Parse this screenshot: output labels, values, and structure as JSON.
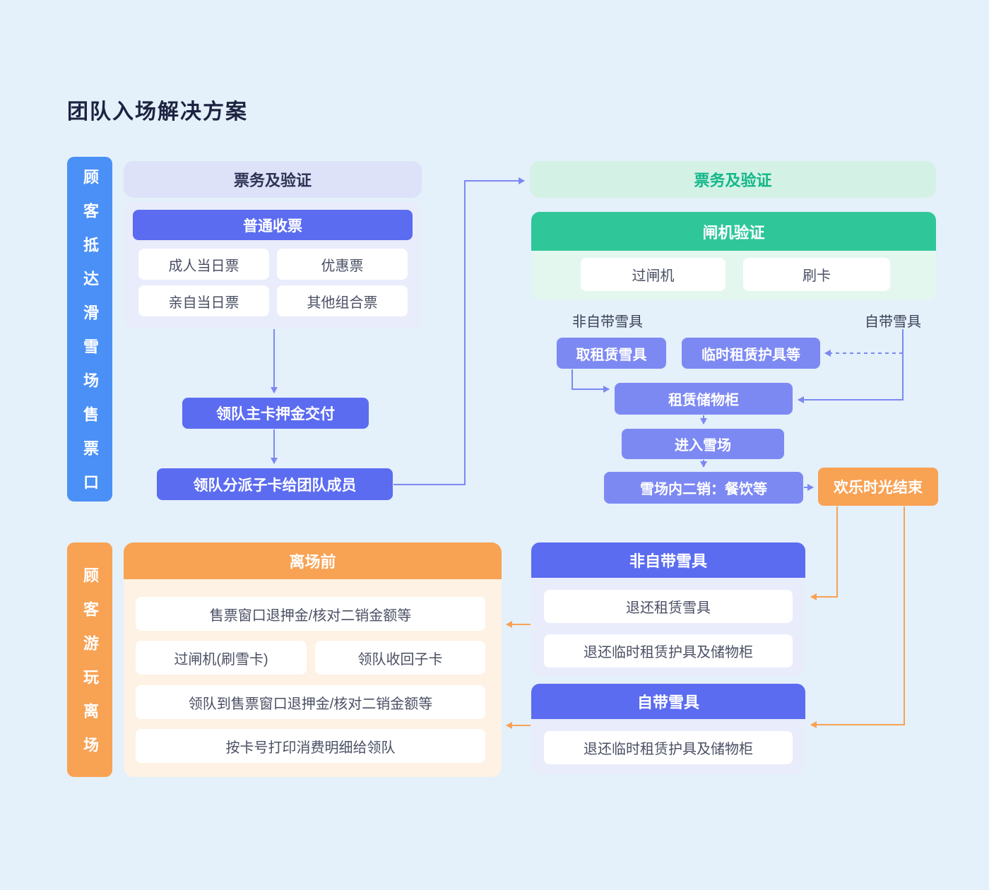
{
  "page": {
    "title": "团队入场解决方案"
  },
  "colors": {
    "background": "#e4f0fa",
    "blue_sidebar": "#4a90f6",
    "orange": "#f8a254",
    "indigo": "#5b6cf0",
    "purple": "#7d89f3",
    "green": "#2fc79a",
    "mint_pill": "#d3f2e5",
    "lavender": "#e9ecfb"
  },
  "sidebars": {
    "arrival": {
      "label": "顾客抵达滑雪场售票口"
    },
    "leave": {
      "label": "顾客游玩离场"
    }
  },
  "ticketing_left": {
    "header": "票务及验证",
    "subheader": "普通收票",
    "cells": [
      "成人当日票",
      "优惠票",
      "亲自当日票",
      "其他组合票"
    ]
  },
  "flow_left": {
    "deposit": "领队主卡押金交付",
    "distribute": "领队分派子卡给团队成员"
  },
  "ticketing_right": {
    "header": "票务及验证",
    "gate_header": "闸机验证",
    "gate_cells": [
      "过闸机",
      "刷卡"
    ]
  },
  "flow_right": {
    "label_no_own": "非自带雪具",
    "label_own": "自带雪具",
    "rent_gear": "取租赁雪具",
    "temp_rent": "临时租赁护具等",
    "locker": "租赁储物柜",
    "enter": "进入雪场",
    "second_sale": "雪场内二销：餐饮等",
    "end": "欢乐时光结束"
  },
  "leave_panel": {
    "header": "离场前",
    "cells": [
      "售票窗口退押金/核对二销金额等",
      "过闸机(刷雪卡)",
      "领队收回子卡",
      "领队到售票窗口退押金/核对二销金额等",
      "按卡号打印消费明细给领队"
    ]
  },
  "no_own_panel": {
    "header": "非自带雪具",
    "cells": [
      "退还租赁雪具",
      "退还临时租赁护具及储物柜"
    ]
  },
  "own_panel": {
    "header": "自带雪具",
    "cells": [
      "退还临时租赁护具及储物柜"
    ]
  }
}
